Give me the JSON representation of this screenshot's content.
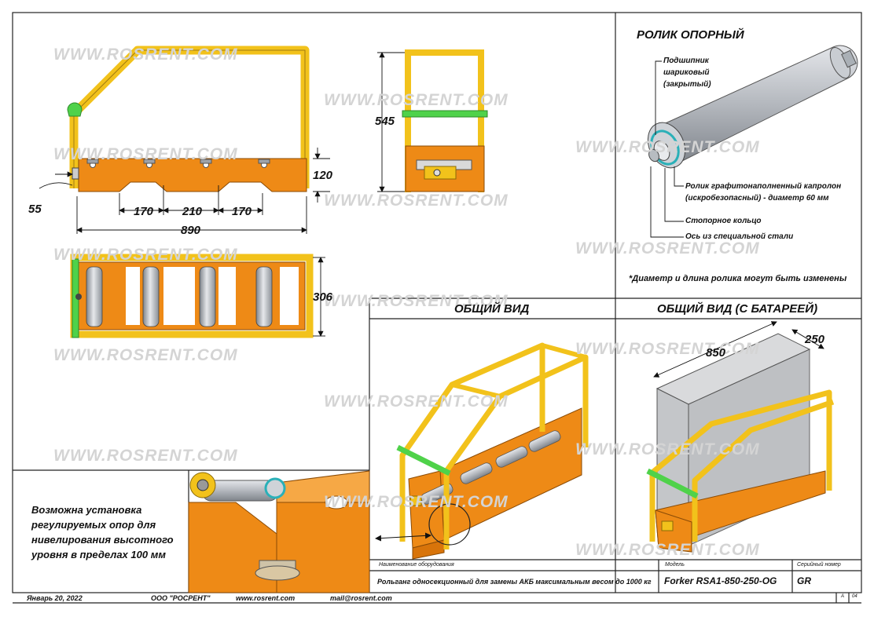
{
  "watermark": "WWW.ROSRENT.COM",
  "dimensions": {
    "height_545": "545",
    "offset_120": "120",
    "offset_55": "55",
    "gap_170_left": "170",
    "gap_210": "210",
    "gap_170_right": "170",
    "length_890": "890",
    "width_306": "306",
    "battery_850": "850",
    "battery_250": "250"
  },
  "roller_panel": {
    "title": "РОЛИК ОПОРНЫЙ",
    "bearing_line1": "Подшипник",
    "bearing_line2": "шариковый",
    "bearing_line3": "(закрытый)",
    "roller_line1": "Ролик графитонаполненный капролон",
    "roller_line2": "(искробезопасный) - диаметр 60 мм",
    "ring": "Стопорное кольцо",
    "axle": "Ось из специальной стали",
    "note": "*Диаметр и длина ролика могут быть изменены"
  },
  "views": {
    "general": "ОБЩИЙ ВИД",
    "with_battery": "ОБЩИЙ ВИД (С БАТАРЕЕЙ)"
  },
  "support_note": {
    "line1": "Возможна установка",
    "line2": "регулируемых опор для",
    "line3": "нивелирования высотного",
    "line4": "уровня в пределах 100 мм"
  },
  "title_block": {
    "name_label": "Наименование оборудования",
    "name_value": "Рольганг односекционный для замены АКБ максимальным весом до 1000 кг",
    "model_label": "Модель",
    "model_value": "Forker RSA1-850-250-OG",
    "serial_label": "Серийный номер",
    "serial_value": "GR",
    "sheet_a": "A",
    "sheet_n": "04"
  },
  "footer": {
    "date": "Январь 20, 2022",
    "company": "ООО \"РОСРЕНТ\"",
    "site": "www.rosrent.com",
    "mail": "mail@rosrent.com"
  },
  "colors": {
    "frame_yellow": "#f2c21b",
    "body_orange": "#ee8a16",
    "rail_green": "#4fd24a",
    "roller_gray": "#b8bcc2",
    "bearing_teal": "#2ab0b8"
  }
}
